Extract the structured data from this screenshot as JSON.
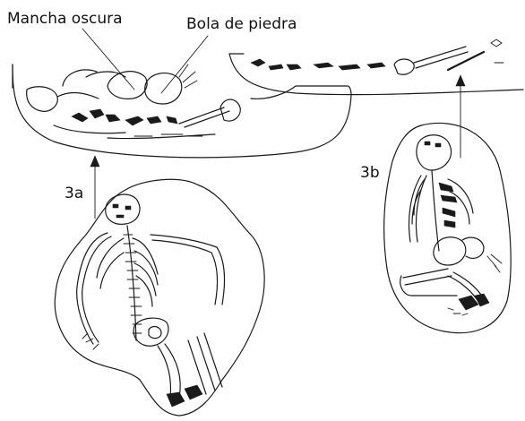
{
  "labels": {
    "dark_stain": "Mancha oscura",
    "stone_ball": "Bola de piedra",
    "burial_3a": "3a",
    "burial_3b": "3b"
  },
  "colors": {
    "ink": "#1a1a1a",
    "background": "#ffffff"
  }
}
